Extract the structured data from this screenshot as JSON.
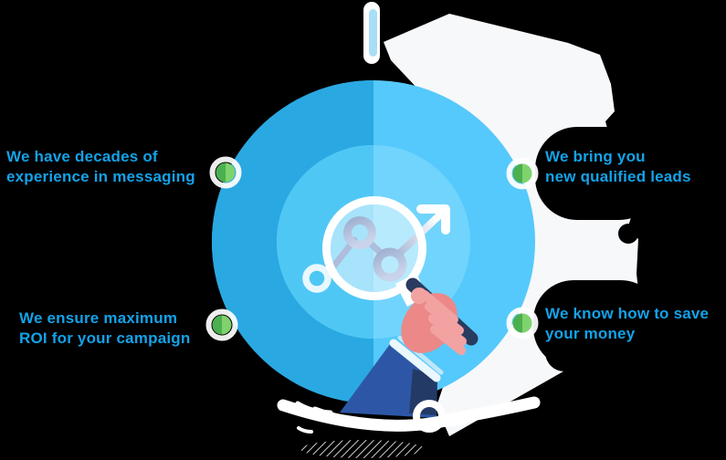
{
  "scene": {
    "type": "marketing-hero-illustration",
    "background_color": "#000000"
  },
  "features": [
    {
      "id": "experience",
      "position": "top-left",
      "line1": "We have decades of",
      "line2": "experience in messaging"
    },
    {
      "id": "leads",
      "position": "top-right",
      "line1": "We bring you",
      "line2": "new qualified leads"
    },
    {
      "id": "roi",
      "position": "bottom-left",
      "line1": "We ensure maximum",
      "line2": "ROI for your campaign"
    },
    {
      "id": "savings",
      "position": "bottom-right",
      "line1": "We know how to save",
      "line2": "your money"
    }
  ],
  "icons": {
    "center": "magnifying-glass-over-growth-chart",
    "arrow": "growth-arrow-up-right",
    "hand": "hand-holding-magnifier",
    "markers": "green-dot-with-white-ring",
    "background_shape": "white-gear-silhouette",
    "top_shape": "hanging-capsule"
  },
  "colors": {
    "label-color": "#14a2e8",
    "bg-color": "#000000",
    "gear-white": "#f7f8fa",
    "circle-outer-left": "#2aa8e2",
    "circle-outer-right": "#55c9fb",
    "circle-inner-left": "#4fc7f5",
    "circle-inner-right": "#71d4fc",
    "chart-line": "#aebddb",
    "marker-green-dark": "#4caf50",
    "marker-green-light": "#7fd36d",
    "hand-pink": "#ec8888",
    "finger-pink": "#f3a2a2",
    "sleeve-blue": "#2d57a6",
    "sleeve-shadow": "#233a66",
    "handle-navy": "#2a3b60",
    "capsule-inner-blue": "#aadef6"
  }
}
